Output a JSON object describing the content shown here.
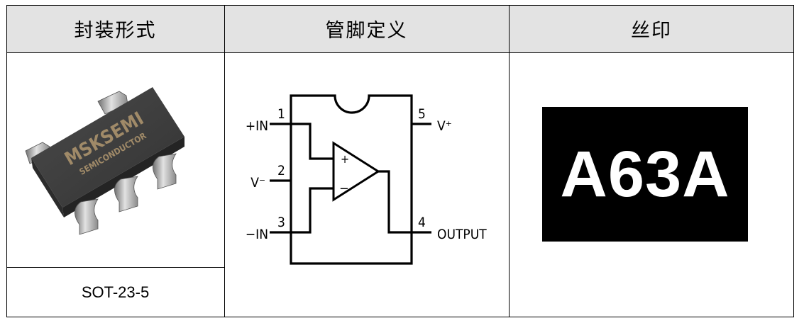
{
  "table": {
    "headers": [
      "封装形式",
      "管脚定义",
      "丝印"
    ],
    "package_name": "SOT-23-5",
    "marking": "A63A"
  },
  "chip_photo": {
    "brand": "MSKSEMI",
    "sub": "SEMICONDUCTOR"
  },
  "pinout": {
    "pins": [
      {
        "number": "1",
        "name": "+IN"
      },
      {
        "number": "2",
        "name": "V⁻"
      },
      {
        "number": "3",
        "name": "−IN"
      },
      {
        "number": "4",
        "name": "OUTPUT"
      },
      {
        "number": "5",
        "name": "V⁺"
      }
    ],
    "opamp_plus": "+",
    "opamp_minus": "−"
  }
}
